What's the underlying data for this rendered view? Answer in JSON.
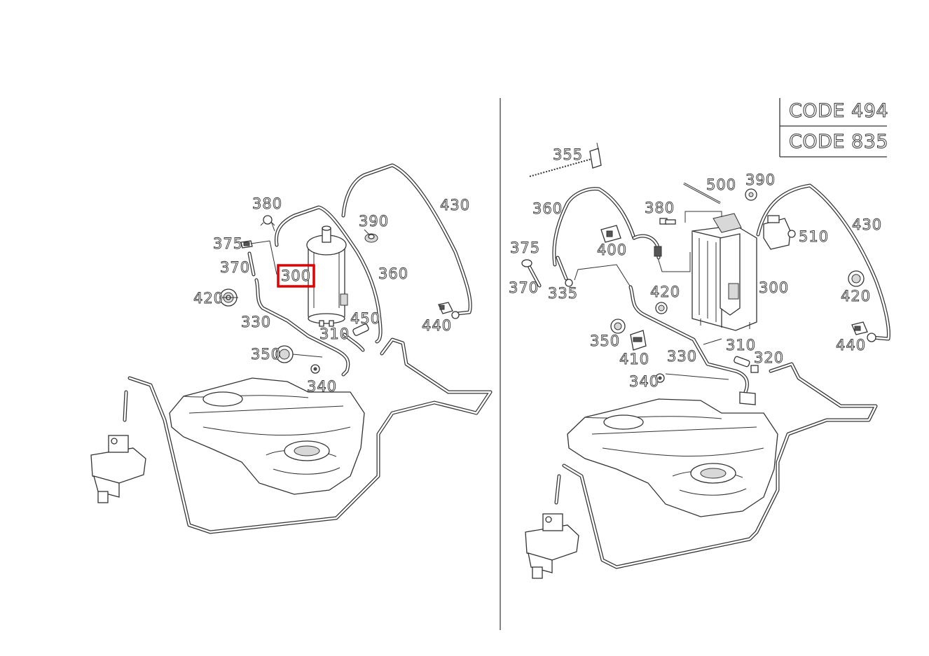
{
  "left_panel": {
    "labels": [
      "380",
      "390",
      "430",
      "375",
      "370",
      "300",
      "360",
      "420",
      "450",
      "330",
      "310",
      "440",
      "350",
      "340"
    ],
    "highlighted_label": "300",
    "highlight_color": "#e00000"
  },
  "right_panel": {
    "codes": [
      "CODE 494",
      "CODE 835"
    ],
    "labels": [
      "355",
      "500",
      "390",
      "360",
      "380",
      "430",
      "510",
      "375",
      "400",
      "370",
      "335",
      "420",
      "300",
      "420",
      "350",
      "310",
      "440",
      "410",
      "330",
      "320",
      "340"
    ]
  }
}
